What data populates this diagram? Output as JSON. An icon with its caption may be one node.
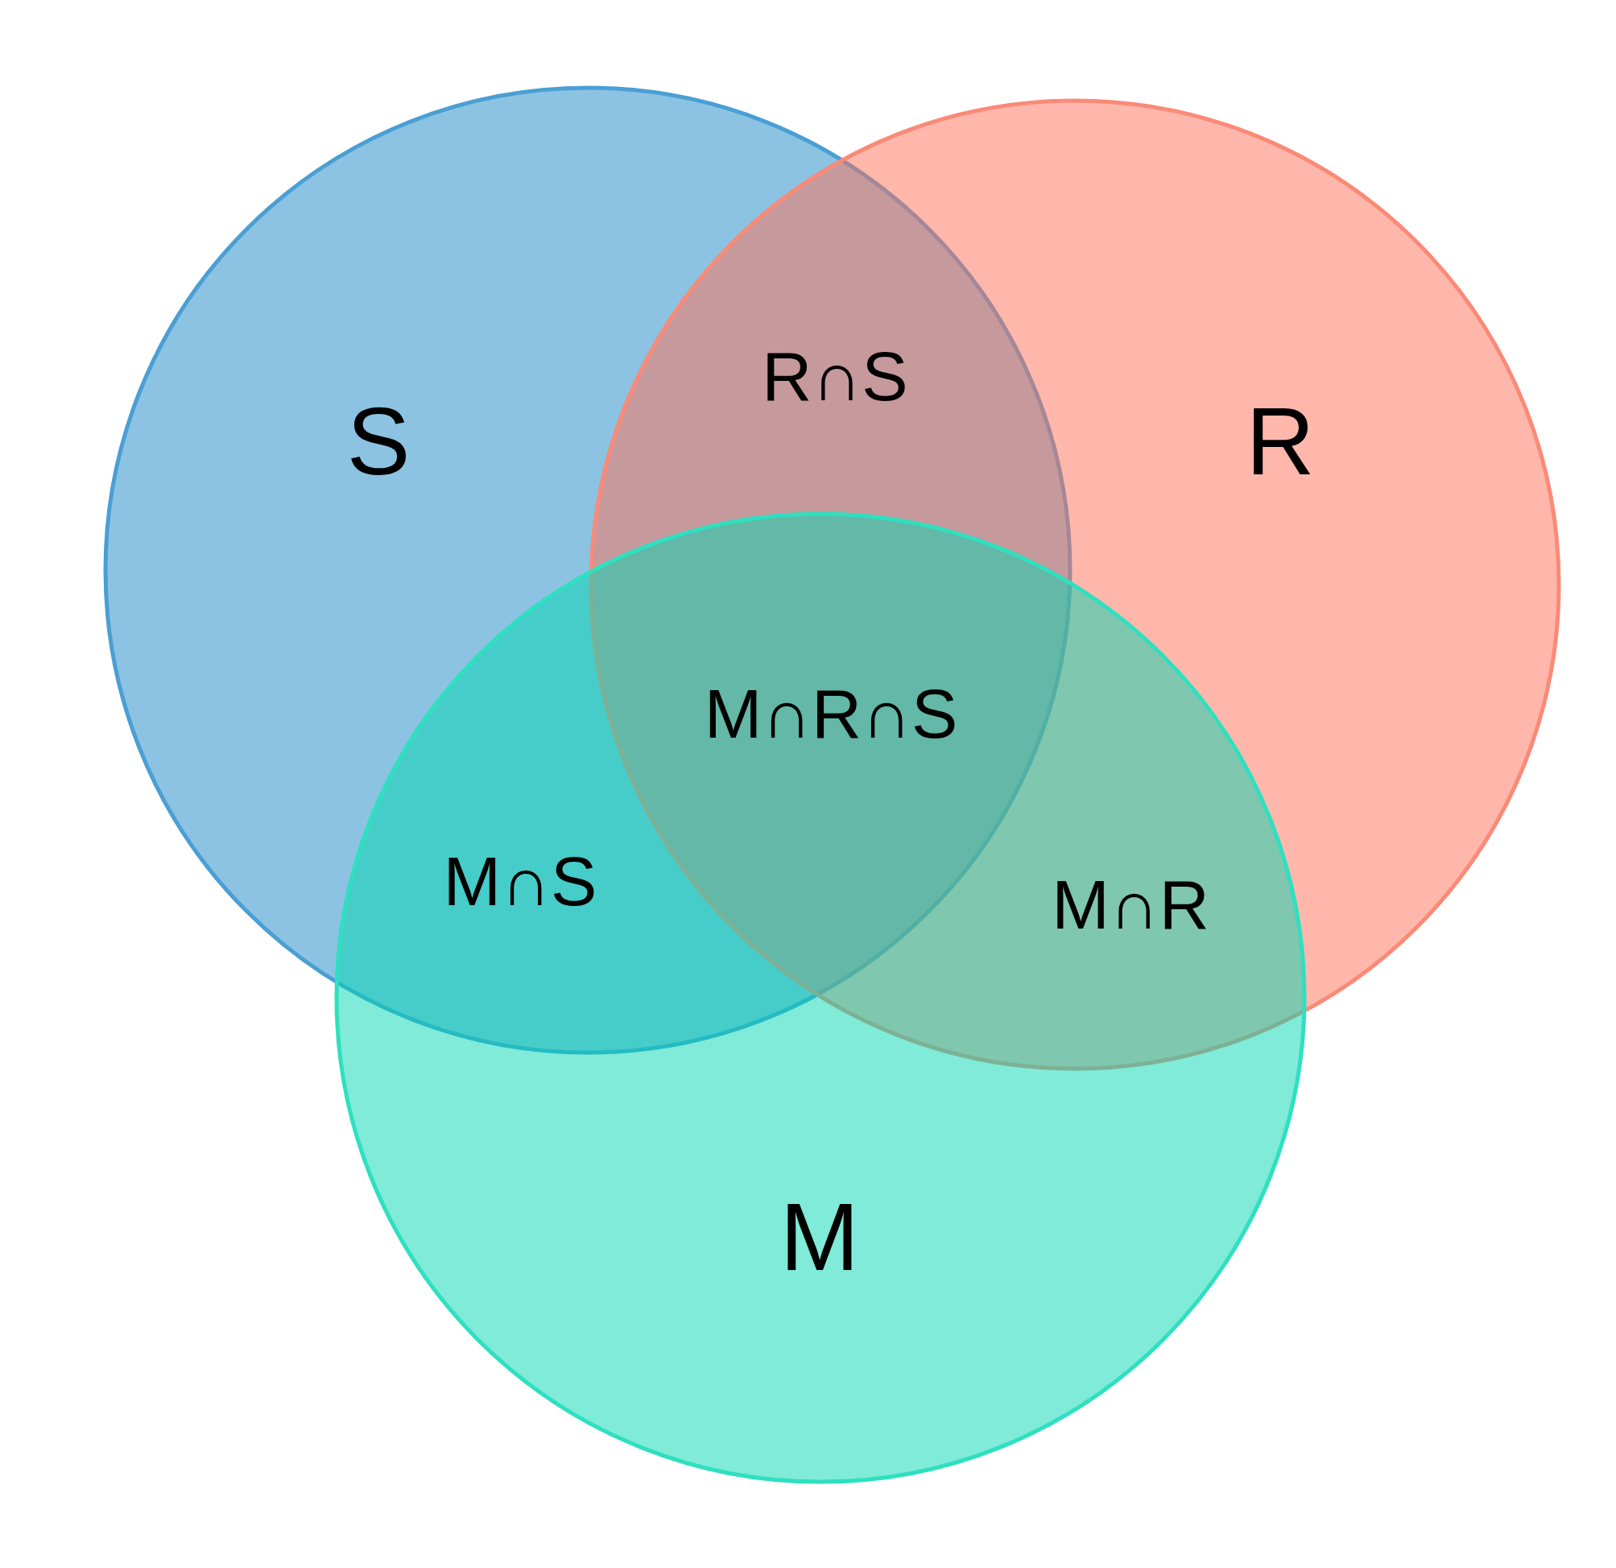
{
  "diagram": {
    "nodes": [
      {
        "text": [
          "S"
        ]
      },
      {
        "text": [
          "R"
        ]
      },
      {
        "text": [
          "M"
        ]
      }
    ],
    "labels": [
      "R∩S",
      "M∩R∩S",
      "M∩S",
      "M∩R"
    ]
  }
}
